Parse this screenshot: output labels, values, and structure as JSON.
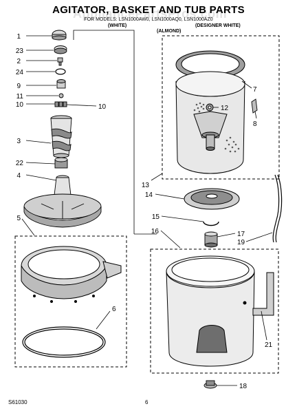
{
  "header": {
    "title": "AGITATOR, BASKET AND TUB PARTS",
    "models_line": "FOR MODELS: LSN1000AW0, LSN1000AQ0, LSN1000AZ0",
    "color_white": "(WHITE)",
    "color_almond": "(ALMOND)",
    "color_designer": "(DESIGNER WHITE)"
  },
  "watermark": "AppliancePartsPros.com",
  "footer": {
    "doc_code": "S61030",
    "page_number": "6"
  },
  "callouts": {
    "c1": "1",
    "c23": "23",
    "c2": "2",
    "c24": "24",
    "c9": "9",
    "c11": "11",
    "c10a": "10",
    "c10b": "10",
    "c3": "3",
    "c22": "22",
    "c4": "4",
    "c5": "5",
    "c6": "6",
    "c7": "7",
    "c12": "12",
    "c8": "8",
    "c13": "13",
    "c14": "14",
    "c15": "15",
    "c16": "16",
    "c17": "17",
    "c19": "19",
    "c21": "21",
    "c18": "18"
  },
  "colors": {
    "line": "#000000",
    "fill_light": "#e6e6e6",
    "fill_mid": "#bdbdbd",
    "fill_dark": "#6e6e6e"
  }
}
